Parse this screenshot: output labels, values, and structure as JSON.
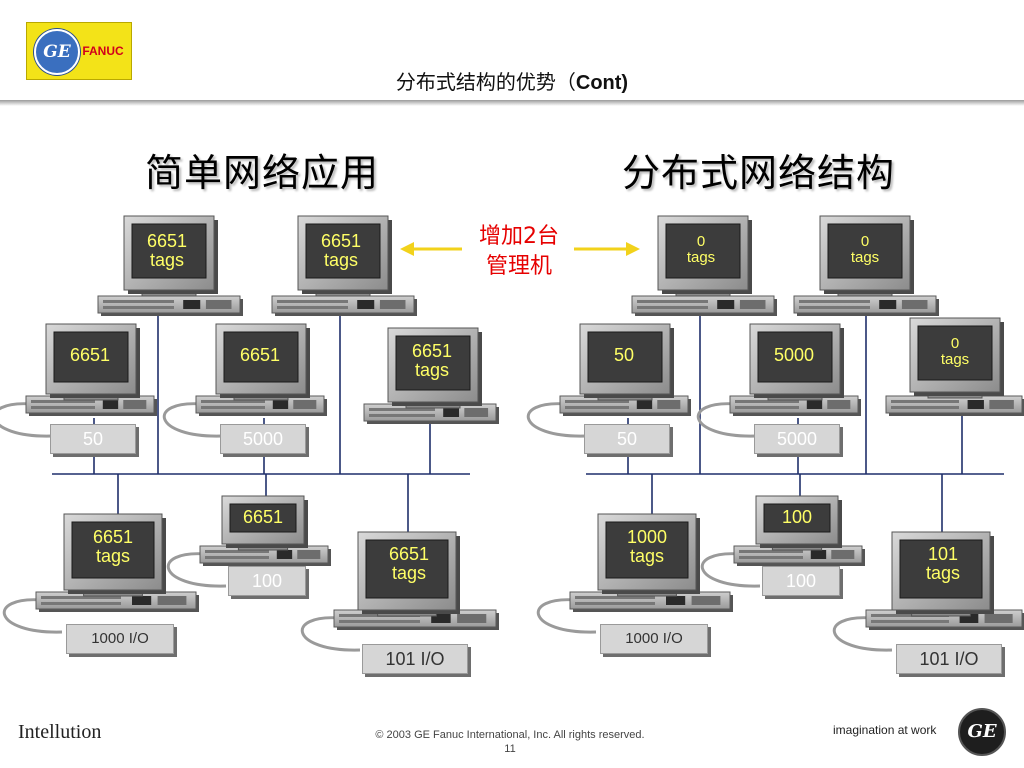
{
  "logo": {
    "brand_mark": "GE",
    "brand_name": "FANUC"
  },
  "title": {
    "cn": "分布式结构的优势（",
    "en": "Cont)"
  },
  "left": {
    "heading": "简单网络应用",
    "nodes": [
      {
        "screen": [
          "6651",
          "tags"
        ]
      },
      {
        "screen": [
          "6651",
          "tags"
        ]
      },
      {
        "screen": [
          "6651"
        ],
        "io": "50"
      },
      {
        "screen": [
          "6651"
        ],
        "io": "5000"
      },
      {
        "screen": [
          "6651",
          "tags"
        ]
      },
      {
        "screen": [
          "6651",
          "tags"
        ],
        "io": "1000 I/O"
      },
      {
        "screen": [
          "6651"
        ],
        "io": "100"
      },
      {
        "screen": [
          "6651",
          "tags"
        ],
        "io": "101 I/O"
      }
    ]
  },
  "right": {
    "heading": "分布式网络结构",
    "nodes": [
      {
        "screen": [
          "0",
          "tags"
        ]
      },
      {
        "screen": [
          "0",
          "tags"
        ]
      },
      {
        "screen": [
          "50"
        ],
        "io": "50"
      },
      {
        "screen": [
          "5000"
        ],
        "io": "5000"
      },
      {
        "screen": [
          "0",
          "tags"
        ]
      },
      {
        "screen": [
          "1000",
          "tags"
        ],
        "io": "1000 I/O"
      },
      {
        "screen": [
          "100"
        ],
        "io": "100"
      },
      {
        "screen": [
          "101",
          "tags"
        ],
        "io": "101 I/O"
      }
    ]
  },
  "middle_note": {
    "line1": "增加2台",
    "line2": "管理机"
  },
  "footer": {
    "copyright": "© 2003 GE Fanuc International, Inc. All rights reserved.",
    "page_number": "11",
    "left_brand": "Intellution",
    "tagline": "imagination at work",
    "right_mark": "GE"
  },
  "colors": {
    "screen_text": "#ffff66",
    "note": "#e60000",
    "arrow": "#f2d21b",
    "network_line": "#1f2f6b"
  }
}
